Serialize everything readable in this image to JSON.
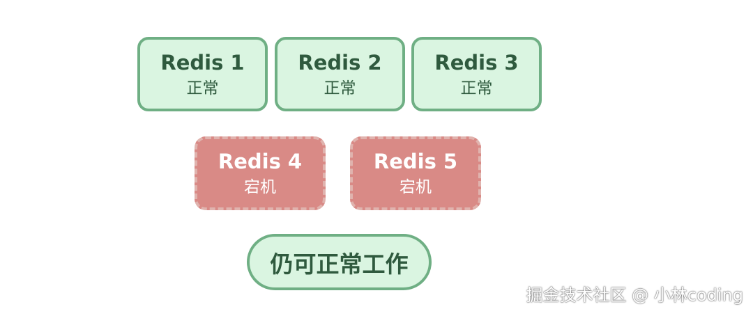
{
  "nodes": [
    {
      "title": "Redis 1",
      "status": "正常"
    },
    {
      "title": "Redis 2",
      "status": "正常"
    },
    {
      "title": "Redis 3",
      "status": "正常"
    },
    {
      "title": "Redis 4",
      "status": "宕机"
    },
    {
      "title": "Redis 5",
      "status": "宕机"
    }
  ],
  "result": "仍可正常工作",
  "watermark": "掘金技术社区 @ 小林coding",
  "colors": {
    "ok_fill": "#daf5e1",
    "ok_border": "#6faf84",
    "ok_text": "#2f5a3e",
    "down_fill": "#d98a86",
    "down_border": "#e0b3ae",
    "down_text": "#ffffff"
  }
}
